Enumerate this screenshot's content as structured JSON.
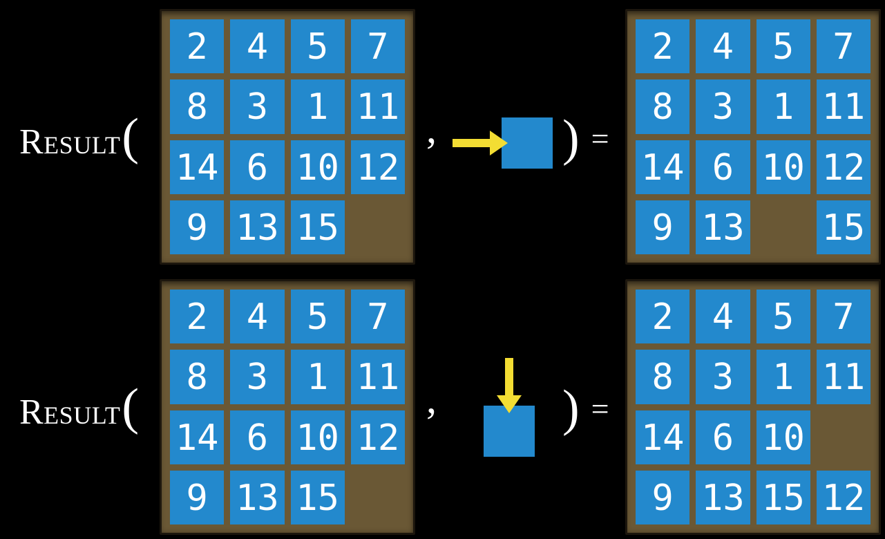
{
  "colors": {
    "background": "#000000",
    "frame-brown": "#6a5835",
    "tile-blue": "#2389cd",
    "arrow-yellow": "#f3dd33",
    "text-white": "#ffffff"
  },
  "rows": [
    {
      "function_name": "Result",
      "open_paren": "(",
      "comma": ",",
      "close_paren": ")",
      "equals": "=",
      "move": {
        "direction": "right",
        "icon": "right-arrow-icon"
      },
      "input_grid": [
        [
          2,
          4,
          5,
          7
        ],
        [
          8,
          3,
          1,
          11
        ],
        [
          14,
          6,
          10,
          12
        ],
        [
          9,
          13,
          15,
          null
        ]
      ],
      "output_grid": [
        [
          2,
          4,
          5,
          7
        ],
        [
          8,
          3,
          1,
          11
        ],
        [
          14,
          6,
          10,
          12
        ],
        [
          9,
          13,
          null,
          15
        ]
      ]
    },
    {
      "function_name": "Result",
      "open_paren": "(",
      "comma": ",",
      "close_paren": ")",
      "equals": "=",
      "move": {
        "direction": "down",
        "icon": "down-arrow-icon"
      },
      "input_grid": [
        [
          2,
          4,
          5,
          7
        ],
        [
          8,
          3,
          1,
          11
        ],
        [
          14,
          6,
          10,
          12
        ],
        [
          9,
          13,
          15,
          null
        ]
      ],
      "output_grid": [
        [
          2,
          4,
          5,
          7
        ],
        [
          8,
          3,
          1,
          11
        ],
        [
          14,
          6,
          10,
          null
        ],
        [
          9,
          13,
          15,
          12
        ]
      ]
    }
  ]
}
